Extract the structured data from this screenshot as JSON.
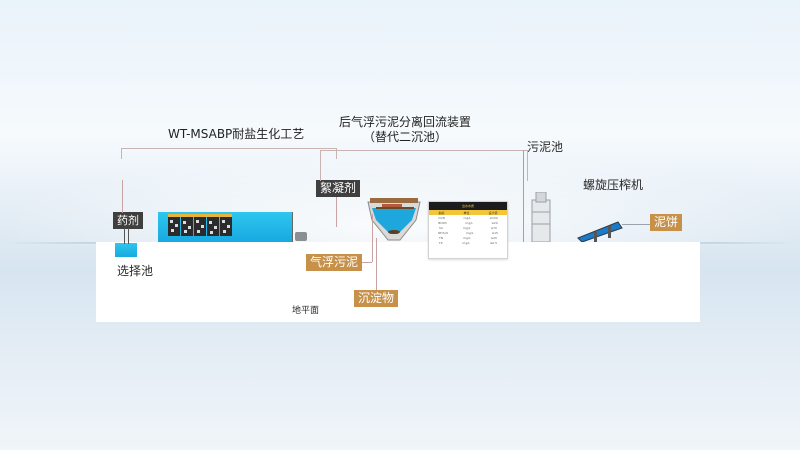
{
  "labels": {
    "process_title": "WT-MSABP耐盐生化工艺",
    "separator_title_line1": "后气浮污泥分离回流装置",
    "separator_title_line2": "（替代二沉池）",
    "sludge_tank": "污泥池",
    "screw_press": "螺旋压榨机",
    "chemical": "药剂",
    "selection_tank": "选择池",
    "flocculant": "絮凝剂",
    "float_sludge": "气浮污泥",
    "sediment": "沉淀物",
    "sludge_cake": "泥饼",
    "ground_level": "地平面"
  },
  "table": {
    "header": "出水水质",
    "columns": [
      "指标",
      "单位",
      "设计值"
    ],
    "rows": [
      [
        "COD",
        "mg/L",
        "≤100"
      ],
      [
        "BOD5",
        "mg/L",
        "≤20"
      ],
      [
        "SS",
        "mg/L",
        "≤70"
      ],
      [
        "NH3-N",
        "mg/L",
        "≤15"
      ],
      [
        "TN",
        "mg/L",
        "≤20"
      ],
      [
        "TP",
        "mg/L",
        "≤0.5"
      ]
    ]
  },
  "colors": {
    "water": "#1aaee3",
    "orange_tag": "#c8914a",
    "dark_tag": "#3f3f3f",
    "table_accent": "#f3c53a"
  }
}
